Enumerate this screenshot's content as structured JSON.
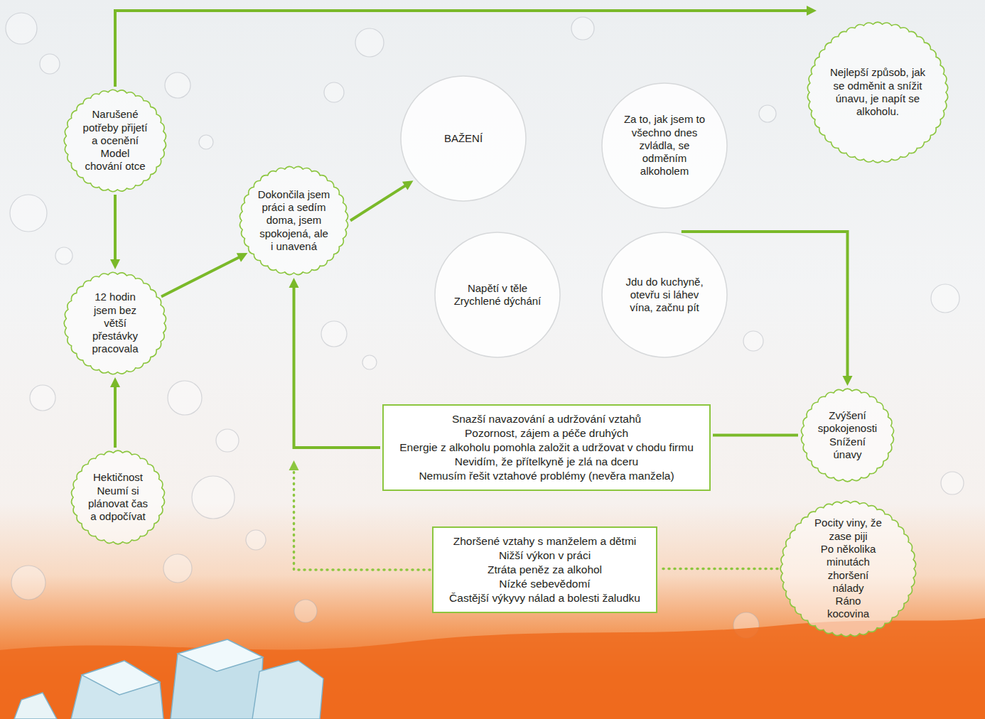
{
  "diagram": {
    "nodes": [
      {
        "text": [
          "Narušené potřeby přijetí a ocenění",
          "Model chování otce"
        ]
      },
      {
        "text": [
          "12 hodin jsem bez větší přestávky pracovala"
        ]
      },
      {
        "text": [
          "Hektičnost",
          "Neumí si plánovat čas a odpočívat"
        ]
      },
      {
        "text": [
          "Dokončila jsem práci a sedím doma, jsem spokojená, ale i unavená"
        ]
      },
      {
        "text": [
          "BAŽENÍ"
        ]
      },
      {
        "text": [
          "Za to, jak jsem to všechno dnes zvládla, se odměním alkoholem"
        ]
      },
      {
        "text": [
          "Napětí v těle",
          "Zrychlené dýchání"
        ]
      },
      {
        "text": [
          "Jdu do kuchyně, otevřu si láhev vína, začnu pít"
        ]
      },
      {
        "text": [
          "Nejlepší způsob, jak se odměnit a snížit únavu, je napít se alkoholu."
        ]
      },
      {
        "text": [
          "Zvýšení spokojenosti",
          "Snížení únavy"
        ]
      },
      {
        "text": [
          "Snazší navazování a udržování vztahů",
          "Pozornost, zájem a péče druhých",
          "Energie z alkoholu pomohla založit a udržovat v chodu firmu",
          "Nevidím, že přítelkyně je zlá na dceru",
          "Nemusím řešit vztahové problémy (nevěra manžela)"
        ]
      },
      {
        "text": [
          "Zhoršené vztahy s manželem a dětmi",
          "Nižší výkon v práci",
          "Ztráta peněz za alkohol",
          "Nízké sebevědomí",
          "Častější výkyvy nálad a bolesti žaludku"
        ]
      },
      {
        "text": [
          "Pocity viny, že zase piji",
          "Po několika minutách zhoršení nálady",
          "Ráno kocovina"
        ]
      }
    ],
    "edges": [
      {
        "from": 0,
        "to": 8,
        "arrow": "to"
      },
      {
        "from": 0,
        "to": 1,
        "arrow": "to"
      },
      {
        "from": 2,
        "to": 1,
        "arrow": "to"
      },
      {
        "from": 1,
        "to": 3,
        "arrow": "to"
      },
      {
        "from": 3,
        "to": 4,
        "arrow": "to"
      },
      {
        "from": 7,
        "to": 9,
        "arrow": "to"
      },
      {
        "from": 9,
        "to": 10,
        "arrow": "none"
      },
      {
        "from": 10,
        "to": 3,
        "arrow": "to"
      },
      {
        "from": 12,
        "to": 11,
        "arrow": "none"
      },
      {
        "from": 11,
        "to": 3,
        "arrow": "to"
      }
    ]
  }
}
